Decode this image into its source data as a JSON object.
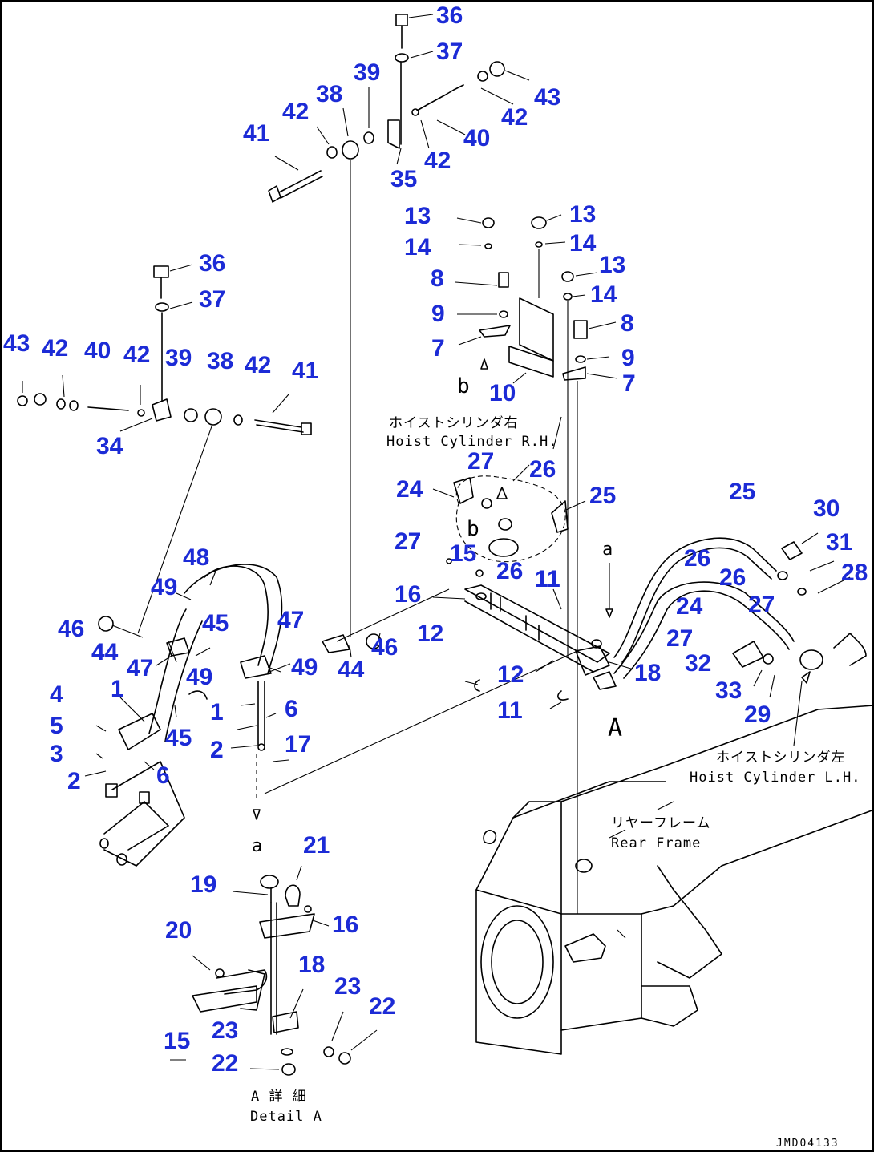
{
  "callouts": {
    "c36a": "36",
    "c37a": "37",
    "c39a": "39",
    "c38a": "38",
    "c42a": "42",
    "c41a": "41",
    "c43a": "43",
    "c42b": "42",
    "c40a": "40",
    "c42c": "42",
    "c35": "35",
    "c13a": "13",
    "c14a": "14",
    "c13b": "13",
    "c14b": "14",
    "c13c": "13",
    "c14c": "14",
    "c8a": "8",
    "c9a": "9",
    "c7a": "7",
    "c8b": "8",
    "c9b": "9",
    "c7b": "7",
    "c10": "10",
    "c36b": "36",
    "c37b": "37",
    "c43b": "43",
    "c42d": "42",
    "c40b": "40",
    "c42e": "42",
    "c39b": "39",
    "c38b": "38",
    "c42f": "42",
    "c41b": "41",
    "c34": "34",
    "c27a": "27",
    "c26a": "26",
    "c24a": "24",
    "c25a": "25",
    "c27b": "27",
    "c15a": "15",
    "c26b": "26",
    "c11a": "11",
    "c16a": "16",
    "c12a": "12",
    "c12b": "12",
    "c18a": "18",
    "c11b": "11",
    "c25b": "25",
    "c30": "30",
    "c31": "31",
    "c26c": "26",
    "c26d": "26",
    "c28": "28",
    "c24b": "24",
    "c27c": "27",
    "c27d": "27",
    "c32": "32",
    "c33": "33",
    "c29": "29",
    "c48": "48",
    "c49a": "49",
    "c45a": "45",
    "c46a": "46",
    "c44a": "44",
    "c47a": "47",
    "c49b": "49",
    "c47b": "47",
    "c49c": "49",
    "c44b": "44",
    "c46b": "46",
    "c4": "4",
    "c1a": "1",
    "c5": "5",
    "c3": "3",
    "c2a": "2",
    "c6a": "6",
    "c45b": "45",
    "c1b": "1",
    "c6b": "6",
    "c2b": "2",
    "c17": "17",
    "c21": "21",
    "c19": "19",
    "c16b": "16",
    "c20": "20",
    "c18b": "18",
    "c23a": "23",
    "c22a": "22",
    "c15b": "15",
    "c23b": "23",
    "c22b": "22"
  },
  "notes": {
    "hoist_rh_jp": "ホイストシリンダ右",
    "hoist_rh_en": "Hoist Cylinder R.H.",
    "hoist_lh_jp": "ホイストシリンダ左",
    "hoist_lh_en": "Hoist Cylinder L.H.",
    "rear_frame_jp": "リヤーフレーム",
    "rear_frame_en": "Rear Frame",
    "detail_jp": "A 詳 細",
    "detail_en": "Detail A",
    "view_a": "A",
    "mark_a_top": "a",
    "mark_a_bottom": "a",
    "mark_b_left": "b",
    "mark_b_mid": "b"
  },
  "drawing_ref": "JMD04133",
  "colors": {
    "callout": "#1c2bd6",
    "line": "#000000",
    "background": "#ffffff"
  }
}
